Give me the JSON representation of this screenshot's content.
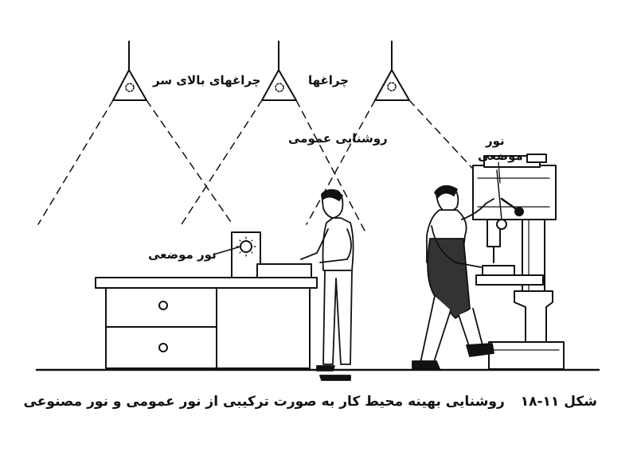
{
  "labels": {
    "overhead_lamps": "چراغهای بالای سر",
    "lamps": "چراغها",
    "general_lighting": "روشنایی عمومی",
    "local_light_bench": "نور موضعی",
    "local_light_drill_line1": "نور",
    "local_light_drill_line2": "موضعی"
  },
  "caption": {
    "figure_number": "شکل ۱۱-۱۸",
    "text": "روشنایی بهینه محیط کار به صورت ترکیبی از نور عمومی و نور مصنوعی"
  }
}
